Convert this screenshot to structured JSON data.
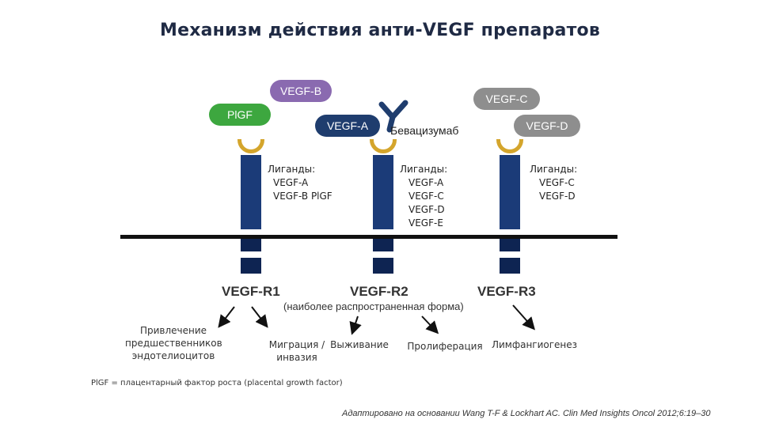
{
  "title": "Механизм действия анти-VEGF препаратов",
  "ligands_top": {
    "vegf_b": "VEGF-B",
    "plgf": "PlGF",
    "vegf_a": "VEGF-A",
    "vegf_c": "VEGF-C",
    "vegf_d": "VEGF-D",
    "antibody": "Бевацизумаб"
  },
  "receptors": [
    {
      "name": "VEGF-R1",
      "ligands": [
        "Лиганды:",
        "VEGF-A",
        "VEGF-B PlGF"
      ]
    },
    {
      "name": "VEGF-R2",
      "ligands": [
        "Лиганды:",
        "VEGF-A",
        "VEGF-C",
        "VEGF-D",
        "VEGF-E"
      ]
    },
    {
      "name": "VEGF-R3",
      "ligands": [
        "Лиганды:",
        "VEGF-C",
        "VEGF-D"
      ]
    }
  ],
  "r2_note": "(наиболее распространенная форма)",
  "effects": [
    "Привлечение предшественников эндотелиоцитов",
    "Миграция /инвазия",
    "Выживание",
    "Пролиферация",
    "Лимфангиогенез"
  ],
  "footnote": "PlGF = плацентарный фактор роста (placental growth factor)",
  "source": "Адаптировано на основании Wang T-F & Lockhart AC. Clin Med Insights Oncol 2012;6:19–30",
  "colors": {
    "vegf_b": "#8a6ab0",
    "plgf": "#3da73f",
    "vegf_a": "#1f3d6e",
    "vegf_cd": "#8e8e8e",
    "receptor": "#1b3b78",
    "cup": "#d4a52c"
  }
}
